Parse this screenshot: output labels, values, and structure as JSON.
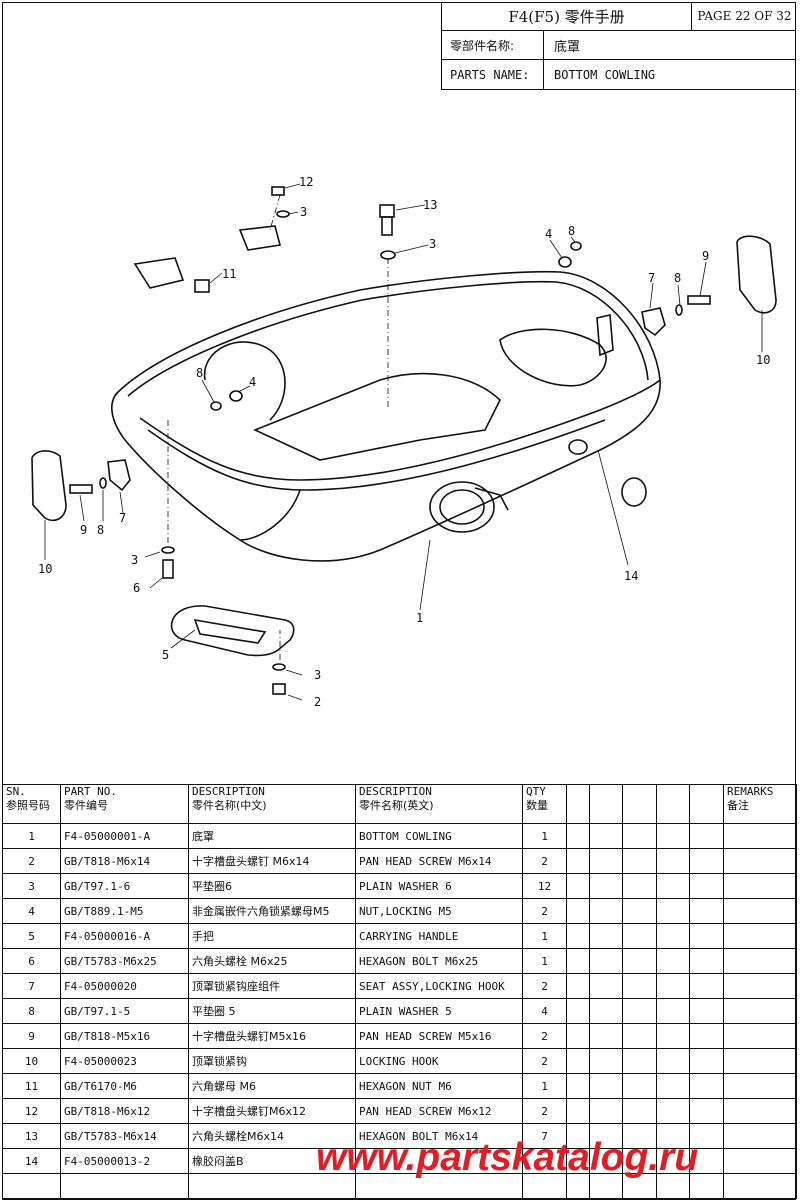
{
  "header": {
    "title": "F4(F5) 零件手册",
    "page": "PAGE 22 OF 32",
    "cn_name_label": "零部件名称:",
    "cn_name_value": "底罩",
    "en_name_label": "PARTS NAME:",
    "en_name_value": "BOTTOM COWLING"
  },
  "callouts": [
    "1",
    "2",
    "3",
    "3",
    "3",
    "3",
    "4",
    "4",
    "5",
    "6",
    "7",
    "7",
    "8",
    "8",
    "8",
    "9",
    "9",
    "10",
    "10",
    "11",
    "12",
    "13",
    "14"
  ],
  "table": {
    "headers": {
      "sn": [
        "SN.",
        "参照号码"
      ],
      "part_no": [
        "PART NO.",
        "零件编号"
      ],
      "desc_cn": [
        "DESCRIPTION",
        "零件名称(中文)"
      ],
      "desc_en": [
        "DESCRIPTION",
        "零件名称(英文)"
      ],
      "qty": [
        "QTY",
        "数量"
      ],
      "remarks": [
        "REMARKS",
        "备注"
      ]
    },
    "rows": [
      {
        "sn": "1",
        "part_no": "F4-05000001-A",
        "desc_cn": "底罩",
        "desc_en": "BOTTOM COWLING",
        "qty": "1"
      },
      {
        "sn": "2",
        "part_no": "GB/T818-M6x14",
        "desc_cn": "十字槽盘头螺钉 M6x14",
        "desc_en": "PAN HEAD SCREW  M6x14",
        "qty": "2"
      },
      {
        "sn": "3",
        "part_no": "GB/T97.1-6",
        "desc_cn": "平垫圈6",
        "desc_en": "PLAIN WASHER 6",
        "qty": "12"
      },
      {
        "sn": "4",
        "part_no": "GB/T889.1-M5",
        "desc_cn": "非金属嵌件六角锁紧螺母M5",
        "desc_en": "NUT,LOCKING M5",
        "qty": "2"
      },
      {
        "sn": "5",
        "part_no": "F4-05000016-A",
        "desc_cn": "手把",
        "desc_en": "CARRYING HANDLE",
        "qty": "1"
      },
      {
        "sn": "6",
        "part_no": "GB/T5783-M6x25",
        "desc_cn": "六角头螺栓 M6x25",
        "desc_en": "HEXAGON BOLT M6x25",
        "qty": "1"
      },
      {
        "sn": "7",
        "part_no": "F4-05000020",
        "desc_cn": "顶罩锁紧钩座组件",
        "desc_en": "SEAT ASSY,LOCKING HOOK",
        "qty": "2"
      },
      {
        "sn": "8",
        "part_no": "GB/T97.1-5",
        "desc_cn": "平垫圈 5",
        "desc_en": "PLAIN WASHER 5",
        "qty": "4"
      },
      {
        "sn": "9",
        "part_no": "GB/T818-M5x16",
        "desc_cn": "十字槽盘头螺钉M5x16",
        "desc_en": "PAN HEAD SCREW M5x16",
        "qty": "2"
      },
      {
        "sn": "10",
        "part_no": "F4-05000023",
        "desc_cn": "顶罩锁紧钩",
        "desc_en": "LOCKING HOOK",
        "qty": "2"
      },
      {
        "sn": "11",
        "part_no": "GB/T6170-M6",
        "desc_cn": "六角螺母 M6",
        "desc_en": "HEXAGON NUT M6",
        "qty": "1"
      },
      {
        "sn": "12",
        "part_no": "GB/T818-M6x12",
        "desc_cn": "十字槽盘头螺钉M6x12",
        "desc_en": "PAN HEAD SCREW M6x12",
        "qty": "2"
      },
      {
        "sn": "13",
        "part_no": "GB/T5783-M6x14",
        "desc_cn": "六角头螺栓M6x14",
        "desc_en": "HEXAGON BOLT M6x14",
        "qty": "7"
      },
      {
        "sn": "14",
        "part_no": "F4-05000013-2",
        "desc_cn": "橡胶闷盖B",
        "desc_en": "",
        "qty": ""
      },
      {
        "sn": "",
        "part_no": "",
        "desc_cn": "",
        "desc_en": "",
        "qty": ""
      }
    ]
  },
  "watermark": "www.partskatalog.ru",
  "colors": {
    "line": "#111111",
    "watermark": "#e31b23"
  }
}
